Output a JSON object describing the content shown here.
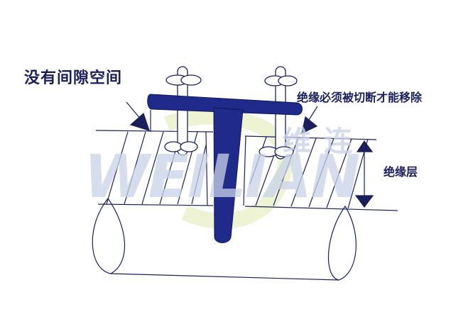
{
  "diagram": {
    "type": "cross-section sketch",
    "labels": {
      "no_gap": "没有间隙空间",
      "must_cut": "绝缘必须被切断才能移除",
      "insulation_layer": "绝缘层"
    },
    "watermark": {
      "latin": "WEILIAN",
      "chinese": "维连"
    },
    "colors": {
      "ink": "#1a1f5c",
      "marker": "#1f2a8a",
      "watermark_blue": "#c9d3e8",
      "watermark_green": "#e9f0c8",
      "background": "#ffffff"
    },
    "components": [
      "T-shaped tag (marker)",
      "two pins with ring heads",
      "insulation layer (hatched)",
      "pipe (cylinder)",
      "gap arrows",
      "thickness dimension arrow"
    ]
  }
}
